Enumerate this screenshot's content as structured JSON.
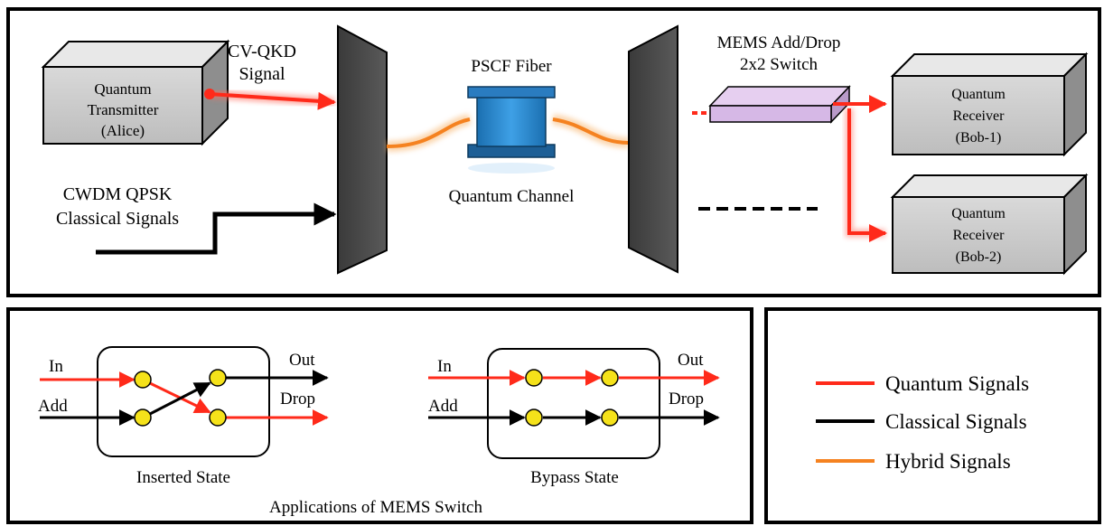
{
  "top": {
    "transmitter": {
      "line1": "Quantum",
      "line2": "Transmitter",
      "line3": "(Alice)"
    },
    "cvqkd": {
      "line1": "CV-QKD",
      "line2": "Signal"
    },
    "cwdm": {
      "line1": "CWDM QPSK",
      "line2": "Classical Signals"
    },
    "fiber_label": "PSCF Fiber",
    "channel_label": "Quantum Channel",
    "mems": {
      "line1": "MEMS Add/Drop",
      "line2": "2x2 Switch"
    },
    "bob1": {
      "line1": "Quantum",
      "line2": "Receiver",
      "line3": "(Bob-1)"
    },
    "bob2": {
      "line1": "Quantum",
      "line2": "Receiver",
      "line3": "(Bob-2)"
    }
  },
  "states": {
    "inserted": {
      "in": "In",
      "add": "Add",
      "out": "Out",
      "drop": "Drop",
      "caption": "Inserted State"
    },
    "bypass": {
      "in": "In",
      "add": "Add",
      "out": "Out",
      "drop": "Drop",
      "caption": "Bypass State"
    },
    "title": "Applications of MEMS Switch"
  },
  "legend": {
    "quantum": "Quantum Signals",
    "classical": "Classical Signals",
    "hybrid": "Hybrid Signals"
  },
  "colors": {
    "quantum": "#ff2a1a",
    "classical": "#000000",
    "hybrid": "#f58220",
    "node": "#f5e21a"
  }
}
